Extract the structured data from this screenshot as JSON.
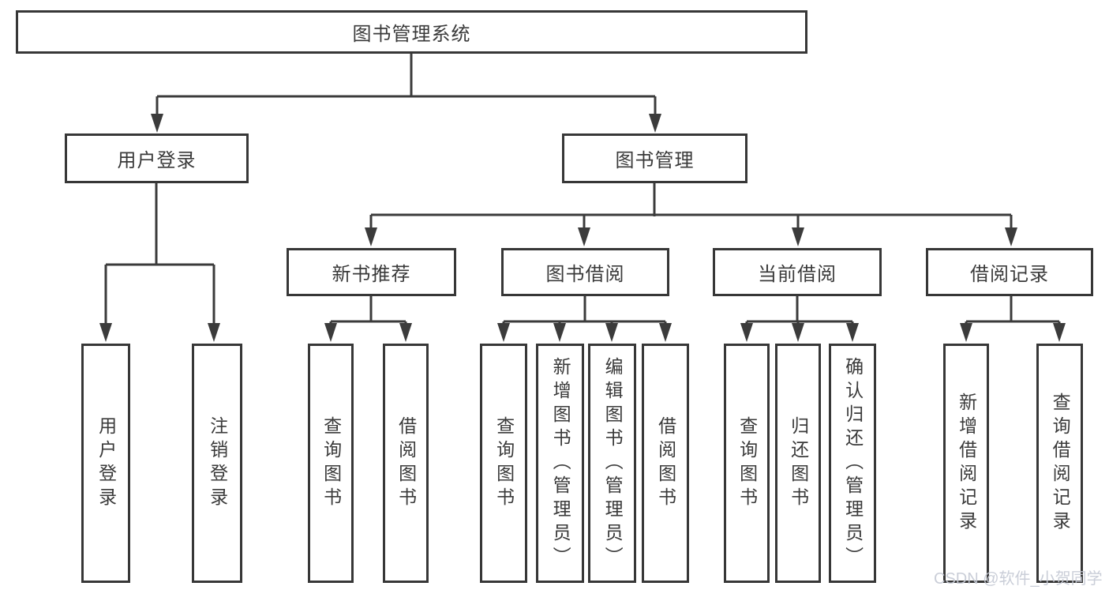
{
  "colors": {
    "line": "#3b3b3b",
    "border": "#373737",
    "text": "#3a3a3a",
    "background": "#ffffff",
    "watermark_text_color": "#c6cad5"
  },
  "watermark": {
    "text": "CSDN @软件_小贺同学"
  },
  "tree": {
    "label": "图书管理系统",
    "children": [
      {
        "label": "用户登录",
        "children": [
          {
            "label": "用户登录"
          },
          {
            "label": "注销登录"
          }
        ]
      },
      {
        "label": "图书管理",
        "children": [
          {
            "label": "新书推荐",
            "children": [
              {
                "label": "查询图书"
              },
              {
                "label": "借阅图书"
              }
            ]
          },
          {
            "label": "图书借阅",
            "children": [
              {
                "label": "查询图书"
              },
              {
                "label": "新增图书（管理员）"
              },
              {
                "label": "编辑图书（管理员）"
              },
              {
                "label": "借阅图书"
              }
            ]
          },
          {
            "label": "当前借阅",
            "children": [
              {
                "label": "查询图书"
              },
              {
                "label": "归还图书"
              },
              {
                "label": "确认归还（管理员）"
              }
            ]
          },
          {
            "label": "借阅记录",
            "children": [
              {
                "label": "新增借阅记录"
              },
              {
                "label": "查询借阅记录"
              }
            ]
          }
        ]
      }
    ]
  }
}
